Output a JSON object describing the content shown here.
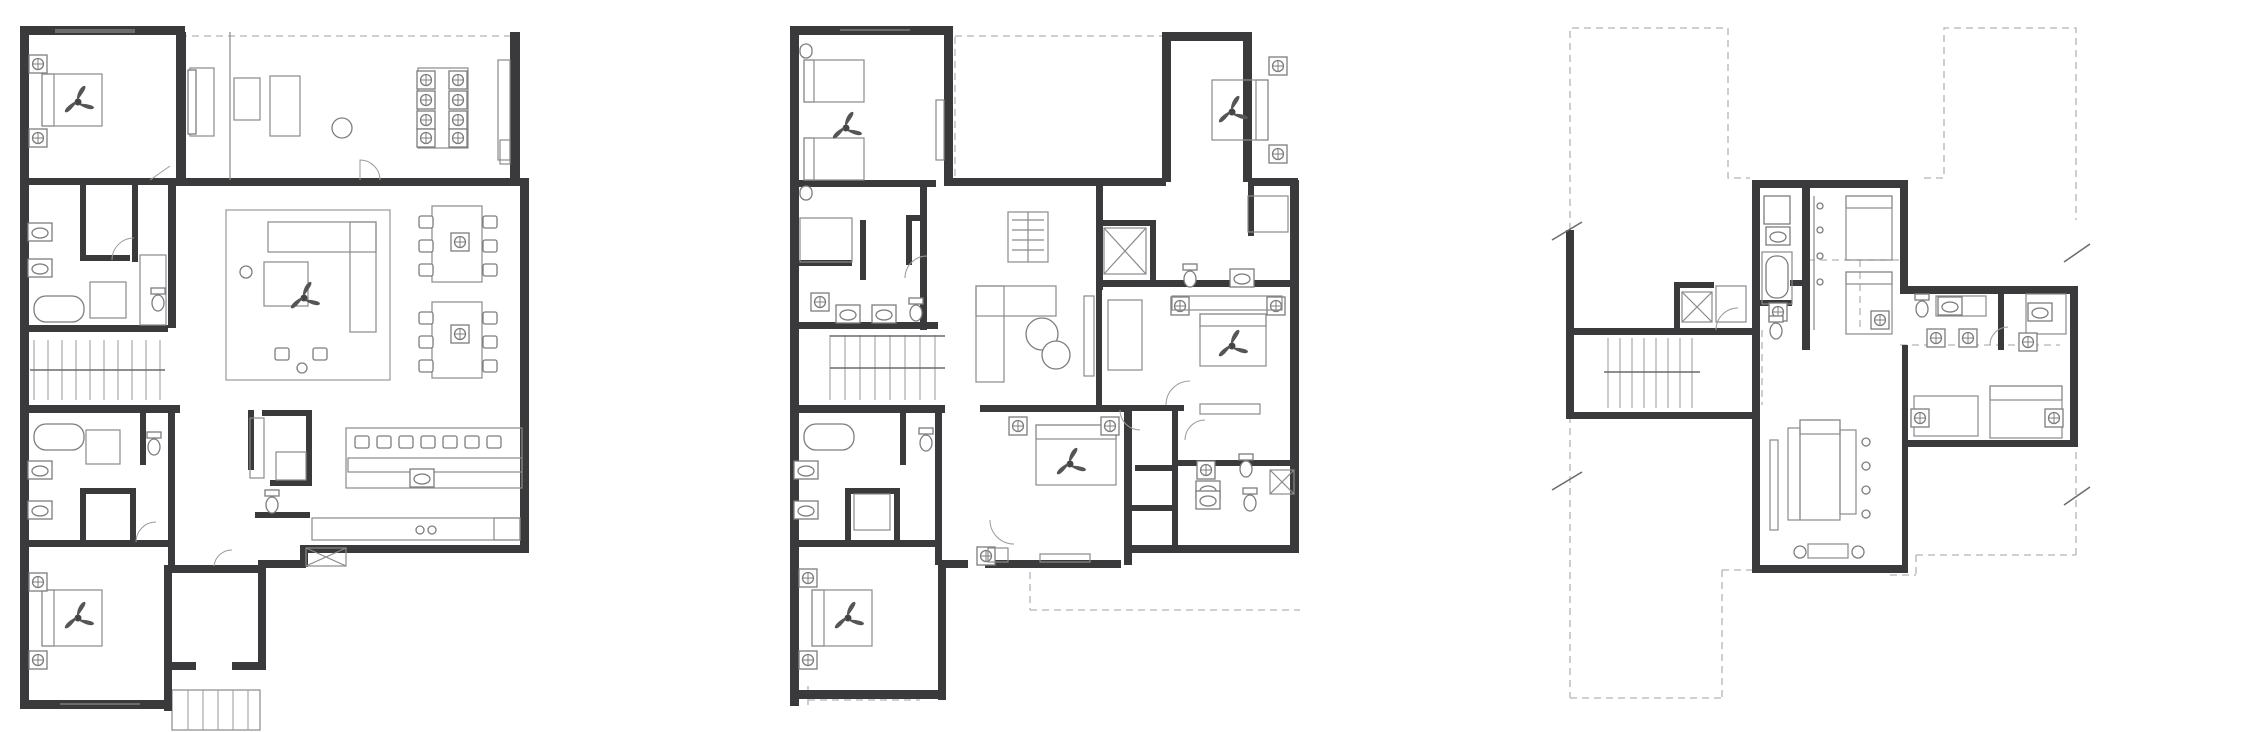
{
  "plans": [
    {
      "id": "main-floor"
    },
    {
      "id": "upper-floor"
    },
    {
      "id": "loft-floor"
    }
  ],
  "colors": {
    "wall": "#3a3a3c",
    "fixture_line": "#7d7d7d",
    "dashed_outline": "#b4b4b4",
    "background": "#ffffff"
  },
  "icons": [
    "ceiling-fan-icon",
    "bed-icon",
    "bathtub-icon",
    "toilet-icon",
    "sink-icon",
    "sofa-icon",
    "dining-table-icon",
    "stair-icon",
    "door-swing-icon"
  ]
}
